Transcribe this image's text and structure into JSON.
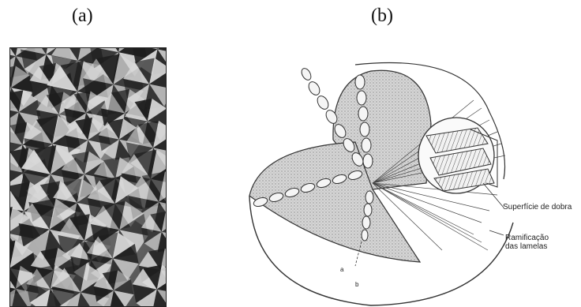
{
  "figure": {
    "panel_a_label": "(a)",
    "panel_b_label": "(b)",
    "annotations": {
      "fold_surface": "Superfície de dobra",
      "branching_line1": "Ramificação",
      "branching_line2": "das lamelas",
      "marker_b": "b",
      "marker_a": "a"
    }
  },
  "colors": {
    "background": "#ffffff",
    "micrograph_dark": "#1e1e1e",
    "micrograph_light": "#d8d8d8",
    "drawing_ink": "#333333",
    "stipple_fill": "#bdbdbd"
  },
  "icons": {
    "micrograph": "spherulite-maltese-cross-micrograph",
    "diagram": "spherulite-lamellae-schematic"
  }
}
